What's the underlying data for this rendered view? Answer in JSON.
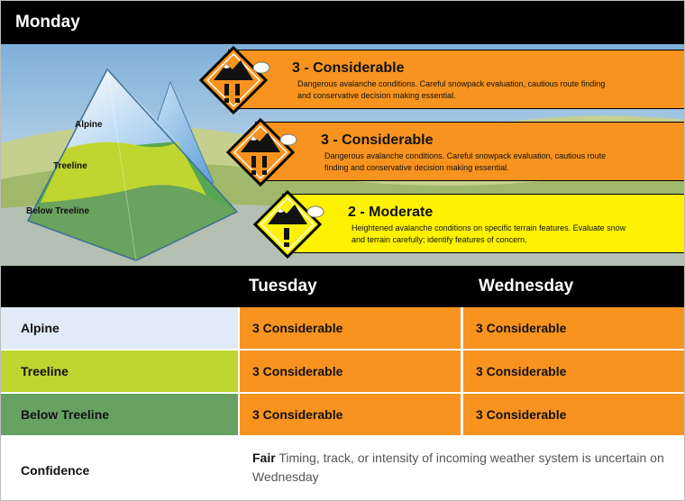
{
  "day": "Monday",
  "elevations": {
    "alpine": "Alpine",
    "treeline": "Treeline",
    "below_treeline": "Below Treeline"
  },
  "ratings": [
    {
      "title": "3 - Considerable",
      "description": "Dangerous avalanche conditions. Careful snowpack evaluation, cautious route finding and conservative decision making essential.",
      "color": "#f7931e",
      "icon": "considerable-danger-icon"
    },
    {
      "title": "3 - Considerable",
      "description": "Dangerous avalanche conditions. Careful snowpack evaluation, cautious route finding and conservative decision making essential.",
      "color": "#f7931e",
      "icon": "considerable-danger-icon"
    },
    {
      "title": "2 - Moderate",
      "description": "Heightened avalanche conditions on specific terrain features. Evaluate snow and terrain carefully; identify features of concern.",
      "color": "#fff200",
      "icon": "moderate-danger-icon"
    }
  ],
  "forecast": {
    "days": [
      "Tuesday",
      "Wednesday"
    ],
    "rows": [
      {
        "label": "Alpine",
        "color": "#e1ebf8",
        "values": [
          "3 Considerable",
          "3 Considerable"
        ]
      },
      {
        "label": "Treeline",
        "color": "#bed62f",
        "values": [
          "3 Considerable",
          "3 Considerable"
        ]
      },
      {
        "label": "Below Treeline",
        "color": "#67a263",
        "values": [
          "3 Considerable",
          "3 Considerable"
        ]
      }
    ],
    "confidence": {
      "label": "Confidence",
      "level": "Fair",
      "text": "Timing, track, or intensity of incoming weather system is uncertain on Wednesday"
    }
  },
  "colors": {
    "considerable": "#f7931e",
    "moderate": "#fff200",
    "header": "#000000"
  }
}
